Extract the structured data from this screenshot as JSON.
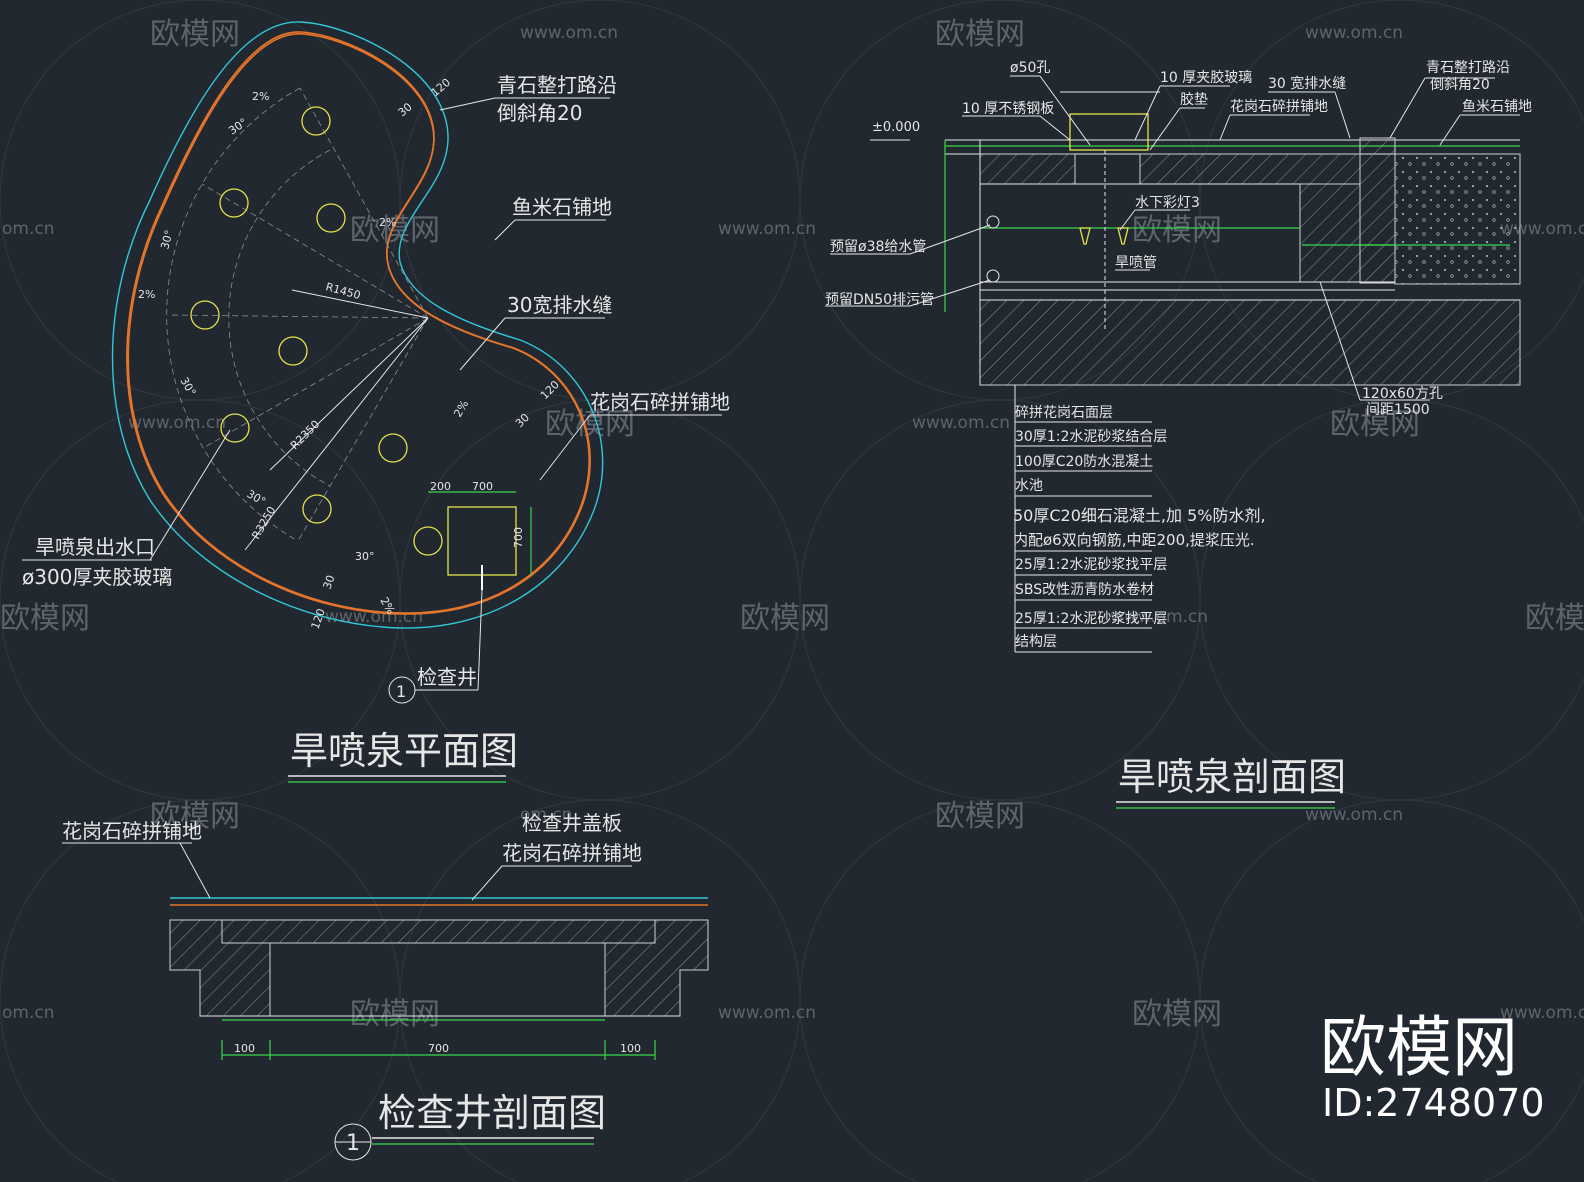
{
  "watermark": {
    "brand": "欧模网",
    "url": "www.om.cn",
    "url_short": "om.cn",
    "id_label": "ID:2748070"
  },
  "plan": {
    "title": "旱喷泉平面图",
    "label_curb": [
      "青石整打路沿",
      "倒斜角20"
    ],
    "label_fishroe": "鱼米石铺地",
    "label_drain": "30宽排水缝",
    "label_granite": "花岗石碎拼铺地",
    "label_outlet": [
      "旱喷泉出水口",
      "ø300厚夹胶玻璃"
    ],
    "label_well": "检查井",
    "well_marker": "1",
    "dims": {
      "d120": "120",
      "d30": "30",
      "d200": "200",
      "d700": "700",
      "slope": "2%",
      "angle": "30°",
      "r1450": "R1450",
      "r2350": "R2350",
      "r3250": "R3250"
    }
  },
  "section": {
    "title": "旱喷泉剖面图",
    "labels": {
      "hole50": "ø50孔",
      "steel": "10 厚不锈钢板",
      "glass": "10 厚夹胶玻璃",
      "gasket": "胶垫",
      "drain30": "30 宽排水缝",
      "granite": "花岗石碎拼铺地",
      "curb": [
        "青石整打路沿",
        "倒斜角20"
      ],
      "fishroe": "鱼米石铺地",
      "level": "±0.000",
      "light": "水下彩灯3",
      "supply": "预留ø38给水管",
      "sewer": "预留DN50排污管",
      "nozzle": "旱喷管",
      "hole": [
        "120x60方孔",
        "间距1500"
      ]
    },
    "layers": [
      "碎拼花岗石面层",
      "30厚1:2水泥砂浆结合层",
      "100厚C20防水混凝土",
      "水池",
      "50厚C20细石混凝土,加 5%防水剂,",
      "内配ø6双向钢筋,中距200,提浆压光.",
      "25厚1:2水泥砂浆找平层",
      "SBS改性沥青防水卷材",
      "25厚1:2水泥砂浆找平层",
      "结构层"
    ]
  },
  "well": {
    "title": "检查井剖面图",
    "marker": "1",
    "label_left": "花岗石碎拼铺地",
    "label_cover": "检查井盖板",
    "label_right": "花岗石碎拼铺地",
    "dims": [
      "100",
      "700",
      "100"
    ]
  }
}
